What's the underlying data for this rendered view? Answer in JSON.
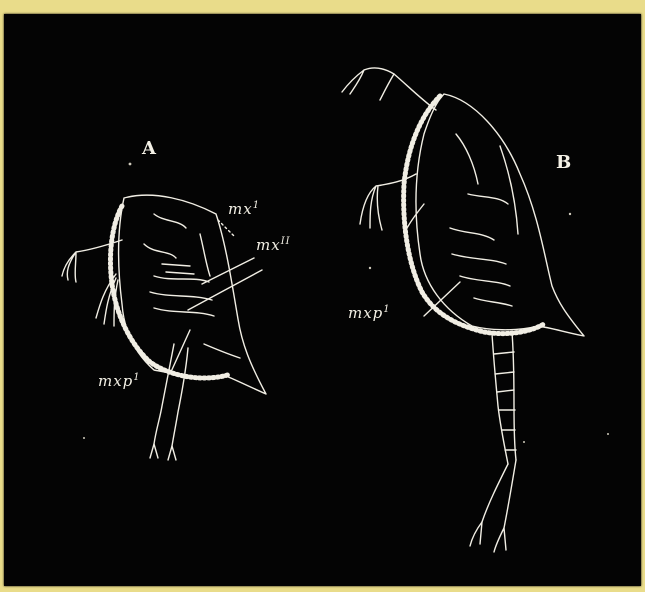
{
  "figure": {
    "panel_a": {
      "letter": "A",
      "labels": [
        {
          "base": "mx",
          "sup": "1"
        },
        {
          "base": "mx",
          "sup": "II"
        },
        {
          "base": "mxp",
          "sup": "1"
        }
      ]
    },
    "panel_b": {
      "letter": "B",
      "labels": [
        {
          "base": "mxp",
          "sup": "1"
        }
      ]
    },
    "colors": {
      "plate": "#040404",
      "ink": "#f4f1e6",
      "margin": "#e9dc8a"
    }
  }
}
